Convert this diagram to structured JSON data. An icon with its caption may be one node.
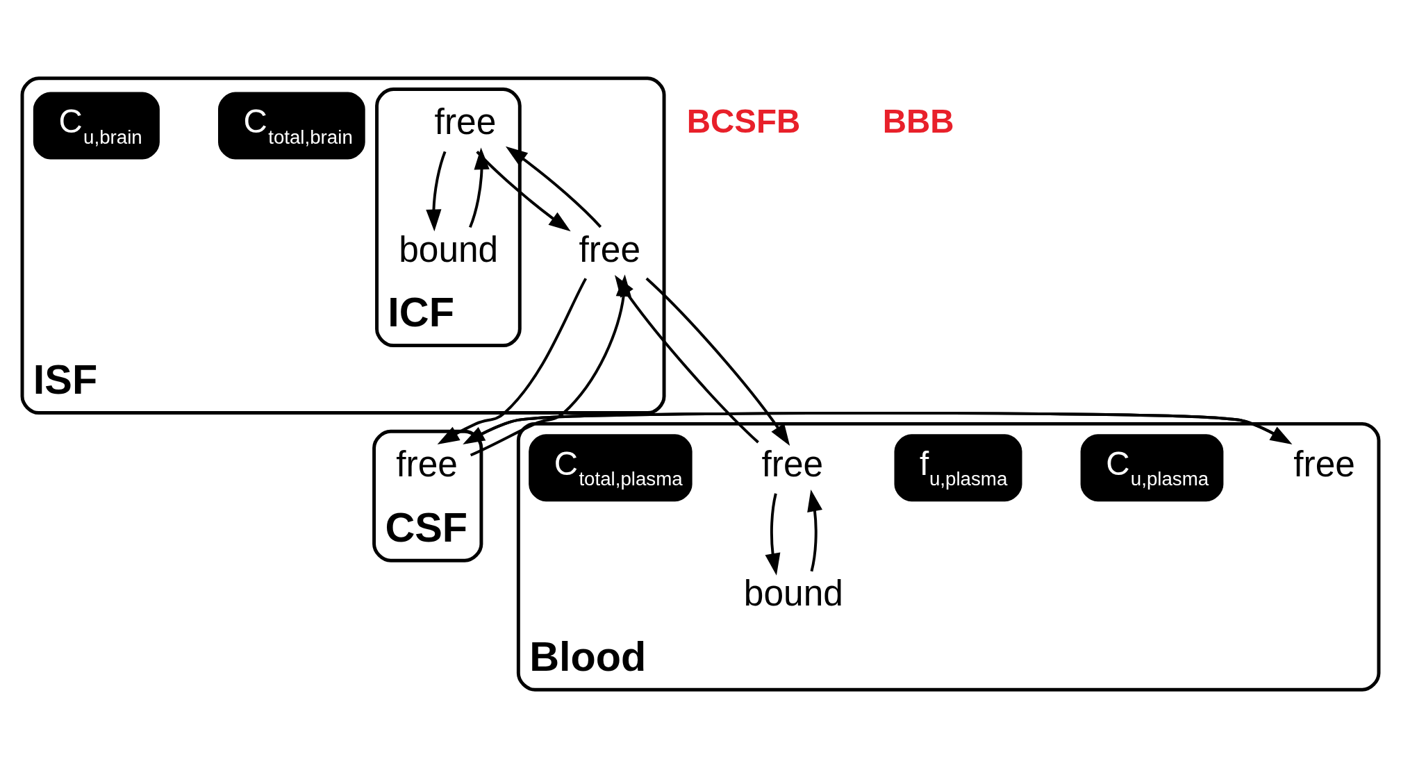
{
  "diagram": {
    "nodes": [
      {
        "text": [
          "CSF"
        ]
      },
      {
        "text": [
          "ISF"
        ]
      },
      {
        "text": [
          "ICF"
        ],
        "in": 1
      },
      {
        "text": [
          "free"
        ],
        "in": 2
      },
      {
        "text": [
          "bound"
        ],
        "in": 2
      },
      {
        "text": [
          "C$_{total,brain}$"
        ],
        "in": 1
      },
      {
        "text": [
          "free"
        ],
        "in": 0
      },
      {
        "text": [
          "free"
        ],
        "in": 1
      },
      {
        "text": [
          "C$_{u,brain}$"
        ],
        "in": 1
      },
      {
        "text": [
          "Blood"
        ]
      },
      {
        "text": [
          "free"
        ],
        "in": 9
      },
      {
        "text": [
          "C$_{u,plasma}$"
        ],
        "in": 9
      },
      {
        "text": [
          "f$_{u,plasma}$"
        ],
        "in": 9
      },
      {
        "text": [
          "free"
        ],
        "in": 9
      },
      {
        "text": [
          "bound"
        ],
        "in": 9
      },
      {
        "text": [
          "C$_{total,plasma}$"
        ],
        "in": 9
      }
    ],
    "edges": [
      {
        "from": 3,
        "to": 4,
        "arrow": "to"
      },
      {
        "from": 4,
        "to": 3,
        "arrow": "to"
      },
      {
        "from": 7,
        "to": 3,
        "arrow": "to"
      },
      {
        "from": 3,
        "to": 7,
        "arrow": "to"
      },
      {
        "from": 6,
        "to": 7,
        "arrow": "to"
      },
      {
        "from": 7,
        "to": 6,
        "arrow": "to"
      },
      {
        "from": 10,
        "to": 6,
        "arrow": "to"
      },
      {
        "from": 6,
        "to": 10,
        "arrow": "to"
      },
      {
        "from": 13,
        "to": 7,
        "arrow": "to"
      },
      {
        "from": 7,
        "to": 13,
        "arrow": "to"
      },
      {
        "from": 13,
        "to": 14,
        "arrow": "to"
      },
      {
        "from": 14,
        "to": 13,
        "arrow": "to"
      }
    ],
    "labels": [
      "BCSFB",
      "BBB"
    ]
  }
}
